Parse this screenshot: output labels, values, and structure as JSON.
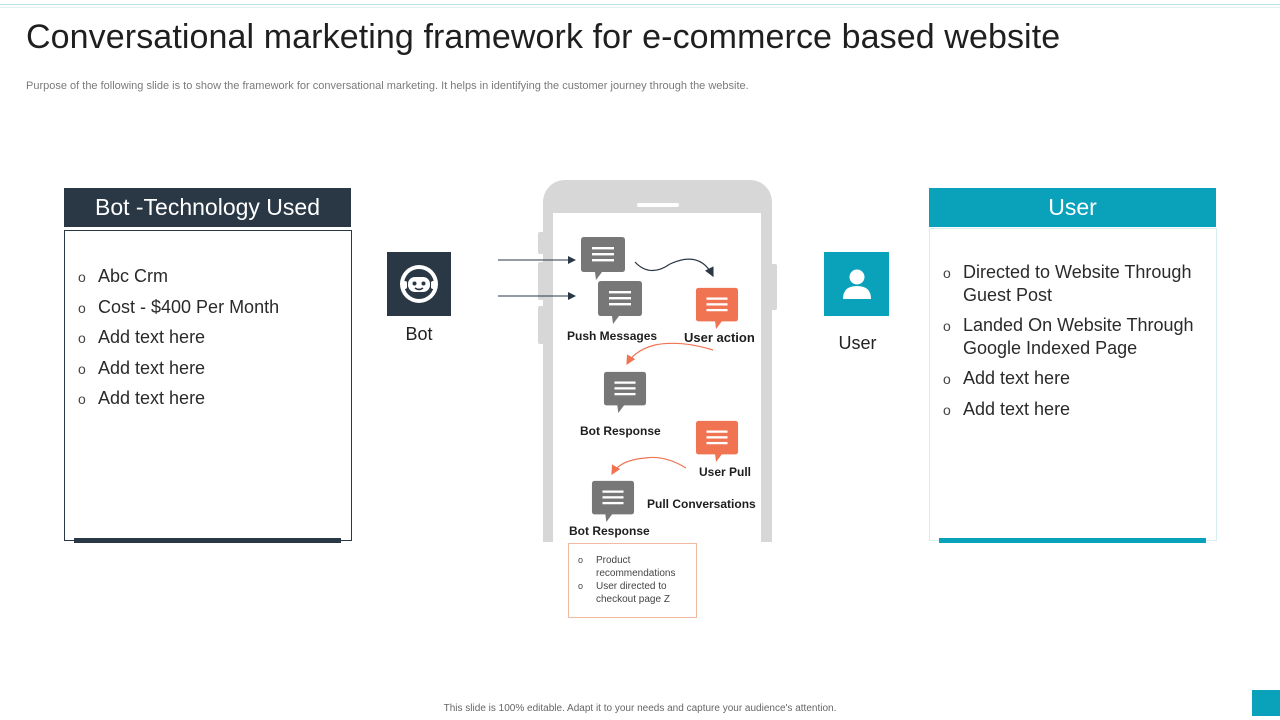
{
  "title": "Conversational marketing framework for e-commerce based website",
  "subtitle": "Purpose of the following slide is to show the framework for conversational marketing. It helps in identifying the customer journey through the website.",
  "left_panel": {
    "header": "Bot -Technology Used",
    "items": [
      "Abc Crm",
      "Cost - $400 Per Month",
      "Add text here",
      "Add text here",
      "Add text here"
    ]
  },
  "right_panel": {
    "header": "User",
    "items": [
      "Directed to Website Through Guest Post",
      "Landed On Website Through Google Indexed Page",
      "Add text here",
      "Add text here"
    ]
  },
  "bot": {
    "label": "Bot",
    "icon": "robot-icon"
  },
  "user": {
    "label": "User",
    "icon": "user-icon"
  },
  "flow": {
    "push_messages": "Push Messages",
    "user_action": "User action",
    "bot_response_1": "Bot Response",
    "user_pull": "User Pull",
    "pull_conversations": "Pull Conversations",
    "bot_response_2": "Bot Response"
  },
  "product_box": {
    "items": [
      "Product recommendations",
      "User directed to checkout page Z"
    ]
  },
  "footer": "This slide is 100% editable. Adapt it to your needs and capture your audience's attention.",
  "colors": {
    "dark": "#2a3745",
    "teal": "#0aa1bb",
    "orange": "#f07352",
    "gray_bubble": "#777777"
  },
  "bullet_glyph": "o"
}
